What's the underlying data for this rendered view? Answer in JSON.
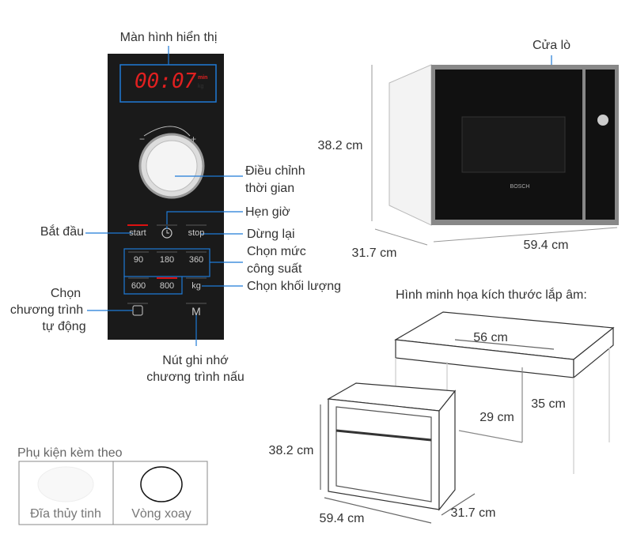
{
  "labels": {
    "display": "Màn hình hiển thị",
    "adjust_time": [
      "Điều chỉnh",
      "thời gian"
    ],
    "timer": "Hẹn giờ",
    "start": "Bắt đầu",
    "stop": "Dừng lại",
    "power": [
      "Chọn mức",
      "công suất"
    ],
    "weight": "Chọn khối lượng",
    "auto_program": [
      "Chọn",
      "chương trình",
      "tự động"
    ],
    "memory": [
      "Nút ghi nhớ",
      "chương trình nấu"
    ],
    "door": "Cửa lò"
  },
  "panel": {
    "time": "00:07",
    "unit": "min",
    "unit2": "kg",
    "buttons": {
      "start": "start",
      "stop": "stop",
      "p90": "90",
      "p180": "180",
      "p360": "360",
      "p600": "600",
      "p800": "800",
      "kg": "kg",
      "memory": "M"
    }
  },
  "oven_brand": "BOSCH",
  "dimensions": {
    "height": "38.2 cm",
    "depth": "31.7 cm",
    "width": "59.4 cm"
  },
  "install": {
    "title": "Hình minh họa kích thước lắp âm:",
    "w": "56 cm",
    "h": "35 cm",
    "d": "29 cm",
    "oven_h": "38.2 cm",
    "oven_w": "59.4 cm",
    "oven_d": "31.7 cm"
  },
  "accessories": {
    "title": "Phụ kiện kèm theo",
    "items": [
      "Đĩa thủy tinh",
      "Vòng xoay"
    ]
  },
  "colors": {
    "panel": "#1a1a1a",
    "leader": "#1f7ad6",
    "led": "#e02020"
  }
}
